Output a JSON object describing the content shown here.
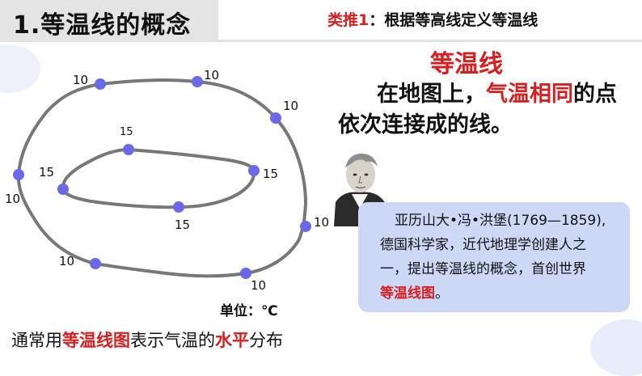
{
  "header": {
    "title": "1.等温线的概念"
  },
  "analogy": {
    "tag": "类推1",
    "text": "：根据等高线定义等温线"
  },
  "term": "等温线",
  "definition": {
    "part1": "在地图上，",
    "highlight": "气温相同",
    "part2": "的点",
    "line2": "依次连接成的线。"
  },
  "bio": {
    "line1": "亚历山大•冯•洪堡(1769—1859),",
    "line2": "德国科学家，近代地理学创建人之",
    "line3": "一，提出等温线的概念，首创世界",
    "highlight": "等温线图",
    "end": "。"
  },
  "unit_label": "单位：℃",
  "footer": {
    "p1": "通常用",
    "h1": "等温线图",
    "p2": "表示气温的",
    "h2": "水平",
    "p3": "分布"
  },
  "diagram": {
    "outer_value": "10",
    "inner_value": "15",
    "line_color": "#777777",
    "point_color": "#6a6ae8"
  },
  "colors": {
    "accent_red": "#d81e1e",
    "card_blue": "#cdd7f6"
  }
}
